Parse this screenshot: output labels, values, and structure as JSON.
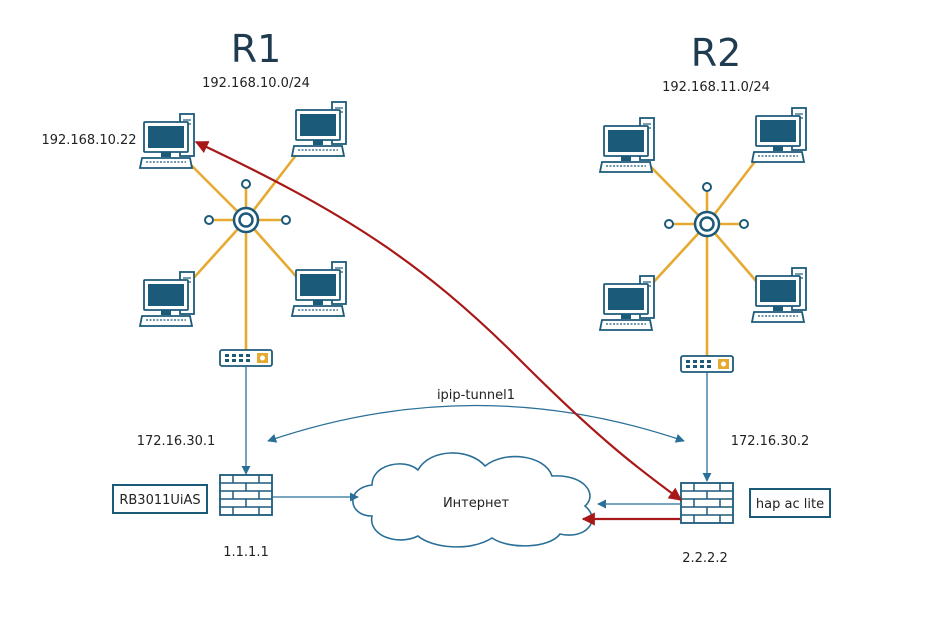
{
  "r1": {
    "title": "R1",
    "subnet": "192.168.10.0/24",
    "host_ip": "192.168.10.22",
    "tunnel_ip": "172.16.30.1",
    "public_ip": "1.1.1.1",
    "router_model": "RB3011UiAS"
  },
  "r2": {
    "title": "R2",
    "subnet": "192.168.11.0/24",
    "tunnel_ip": "172.16.30.2",
    "public_ip": "2.2.2.2",
    "router_model": "hap ac lite"
  },
  "tunnel": {
    "label": "ipip-tunnel1"
  },
  "internet": {
    "label": "Интернет"
  },
  "colors": {
    "device": "#1c5a7a",
    "lan_link": "#e5aa2f",
    "wan_link": "#2a6f97",
    "traffic_path": "#a81818",
    "cloud_fill": "#ffffff"
  },
  "icons": [
    "desktop-computer-icon",
    "hub-icon",
    "switch-icon",
    "firewall-icon",
    "cloud-icon"
  ]
}
